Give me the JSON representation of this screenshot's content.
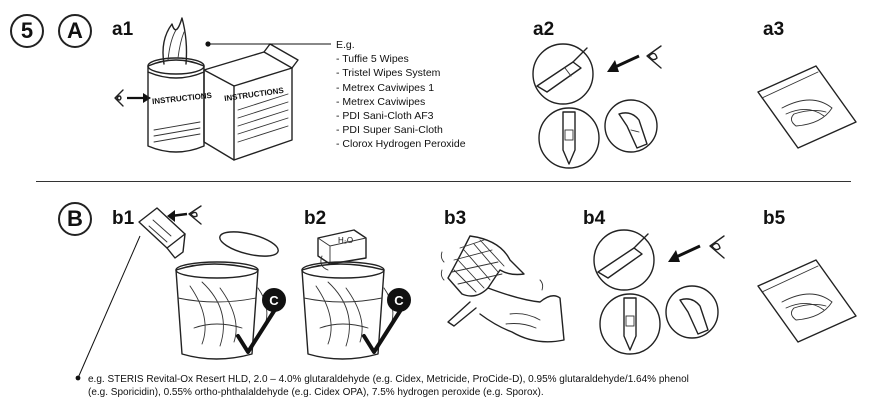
{
  "step_number": "5",
  "section_a": {
    "letter": "A",
    "labels": {
      "a1": "a1",
      "a2": "a2",
      "a3": "a3"
    },
    "instructions_label_front": "INSTRUCTIONS",
    "instructions_label_box": "INSTRUCTIONS",
    "examples_heading": "E.g.",
    "examples": [
      "- Tuffie 5 Wipes",
      "- Tristel Wipes System",
      "- Metrex Caviwipes 1",
      "- Metrex Caviwipes",
      "- PDI Sani-Cloth AF3",
      "- PDI Super Sani-Cloth",
      "- Clorox Hydrogen Peroxide"
    ]
  },
  "section_b": {
    "letter": "B",
    "labels": {
      "b1": "b1",
      "b2": "b2",
      "b3": "b3",
      "b4": "b4",
      "b5": "b5"
    },
    "c_badge": "C",
    "h2o_label": "H₂O",
    "footnote_line1": "e.g. STERIS Revital-Ox Resert HLD, 2.0 – 4.0% glutaraldehyde (e.g. Cidex, Metricide, ProCide-D), 0.95% glutaraldehyde/1.64% phenol",
    "footnote_line2": "(e.g. Sporicidin),  0.55% ortho-phthalaldehyde (e.g. Cidex OPA), 7.5% hydrogen peroxide (e.g. Sporox)."
  },
  "icons": [
    "eye-icon",
    "arrow-icon",
    "checkmark-icon",
    "bottle-icon",
    "beaker-icon",
    "bag-icon",
    "hand-icon",
    "probe-icon"
  ]
}
